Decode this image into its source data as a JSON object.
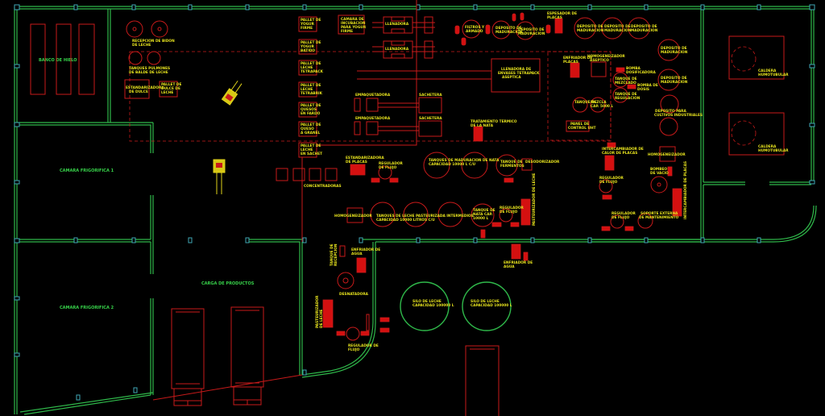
{
  "colors": {
    "background": "#000000",
    "walls": "#2fb84a",
    "columns": "#3fa6b5",
    "equipment": "#c81a1a",
    "labels": "#e6e21e",
    "rooms": "#37d24a"
  },
  "rooms": {
    "ice_bank": "BANCO DE HIELO",
    "cold_room_1": "CAMARA FRIGORIFICA 1",
    "cold_room_2": "CAMARA FRIGORIFICA 2",
    "loading": "CARGA DE PRODUCTOS"
  },
  "labels": {
    "milk_reception": [
      "RECEPCION DE BIDON",
      "DE LECHE"
    ],
    "buffer_tanks": [
      "TANQUES PULMONES",
      "DE BALDE DE LECHE"
    ],
    "standardizer_dulce": [
      "ESTANDARIZADORA",
      "DE DULCE"
    ],
    "pallet_dulce": [
      "PALLET DE",
      "DULCE DE",
      "LECHE"
    ],
    "pallets": [
      [
        "PALLET DE",
        "YOGUR",
        "FIRME"
      ],
      [
        "PALLET DE",
        "YOGUR",
        "BATIDO"
      ],
      [
        "PALLET DE",
        "LECHE",
        "TETRAPACK"
      ],
      [
        "PALLET DE",
        "LECHE",
        "TETRABRIK"
      ],
      [
        "PALLET DE",
        "QUESOS",
        "EN FARDO"
      ],
      [
        "PALLET DE",
        "QUESO",
        "A GRANEL"
      ],
      [
        "PALLET DE",
        "LECHE",
        "EN SACHET"
      ]
    ],
    "incubation": [
      "CAMARA DE",
      "INCUBACION",
      "PARA YOGUR",
      "FIRME"
    ],
    "filler_1": "LLENADORA",
    "filler_2": "LLENADORA",
    "tetra_filler": [
      "LLENADORA DE",
      "ENVASES TETRAPACK",
      "ASEPTICA"
    ],
    "packer_1": "EMPAQUETADORA",
    "packer_2": "EMPAQUETADORA",
    "sachet_1": "SACHETERA",
    "sachet_2": "SACHETERA",
    "cream_treatment": [
      "TRATAMIENTO TERMICO",
      "DE LA NATA"
    ],
    "filters": [
      "FILTROS Y",
      "ARMADO"
    ],
    "mat_tank_a": [
      "DEPOSITO DE",
      "MADURACION"
    ],
    "mat_tank_b": [
      "DEPOSITO DE",
      "MADURACION"
    ],
    "plate_thickener": [
      "ESPESADOR DE",
      "PLACAS"
    ],
    "mat_tanks_top": [
      [
        "DEPOSITO DE",
        "MADURACION"
      ],
      [
        "DEPOSITO DE",
        "MADURACION"
      ],
      [
        "DEPOSITO DE",
        "MADURACION"
      ]
    ],
    "mat_tanks_right": [
      [
        "DEPOSITO DE",
        "MADURACION"
      ],
      [
        "DEPOSITO DE",
        "MADURACION"
      ]
    ],
    "culture_tanks": [
      "DEPOSITO PARA",
      "CULTIVOS INDUSTRIALES"
    ],
    "plate_cooler": [
      "ENFRIADOR DE",
      "PLACAS"
    ],
    "aseptic_homog": [
      "HOMOGENEIZADOR",
      "ASEPTICO"
    ],
    "dosing_pump": [
      "BOMBA",
      "DOSIFICADORA"
    ],
    "mix_tank": [
      "TANQUE DE",
      "MEZCLADO"
    ],
    "buffer_tank": [
      "TANQUE DE",
      "REGULACION"
    ],
    "dosing_pump_2": [
      "BOMBA DE",
      "DOSIS"
    ],
    "uht_tanks": [
      "TANQUE DE",
      "MEZCLA",
      "CAP. 5000 L"
    ],
    "uht_panel": [
      "PANEL DE",
      "CONTROL UHT"
    ],
    "exchanger_plates": [
      "INTERCAMBIADOR DE",
      "CALOR DE PLACAS"
    ],
    "homogenizer_r": "HOMOGENEIZADOR",
    "vacuum_pump": [
      "BOMBEO",
      "DE VACIO"
    ],
    "flow_reg_r1": [
      "REGULADOR",
      "DE FLUJO"
    ],
    "flow_reg_r2": [
      "REGULADOR",
      "DE FLUJO"
    ],
    "support": [
      "SOPORTE EXTERNA",
      "DE MANTENIMIENTO"
    ],
    "exchanger_v": "INTERCAMBIADOR DE PLACAS",
    "boiler_1": [
      "CALDERA",
      "HUMOTUBULAR"
    ],
    "boiler_2": [
      "CALDERA",
      "HUMOTUBULAR"
    ],
    "plate_standardizer": [
      "ESTANDARIZADORA",
      "DE PLACAS"
    ],
    "flow_reg_c": [
      "REGULADOR",
      "DE FLUJO"
    ],
    "cream_tanks": [
      "TANQUES DE MADURACION DE NATA",
      "CAPACIDAD 10000 L C/U"
    ],
    "ferment_tank": [
      "TANQUE DE",
      "FERMENTOS"
    ],
    "deodorizer": "DESODORIZADOR",
    "concentrators": "CONCENTRADORAS",
    "homogenizer_c": "HOMOGENEIZADOR",
    "pasteurized_tanks": [
      "TANQUES DE LECHE PASTEURIZADA INTERMEDIOS",
      "CAPACIDAD 10000 LITROS C/U"
    ],
    "cream_tank": [
      "TANQUE DE",
      "NATA CAP.",
      "10000 L"
    ],
    "flow_reg_m": [
      "REGULADOR",
      "DE FLUJO"
    ],
    "pasteurizer_v": "PASTEURIZADOR DE LECHE",
    "water_cooler_1": [
      "ENFRIADOR DE",
      "AGUA"
    ],
    "water_cooler_2": [
      "ENFRIADOR DE",
      "AGUA"
    ],
    "reception_tank_v": [
      "TANQUE DE",
      "RECEPCION"
    ],
    "skimmer": "DESNATADORA",
    "pasteurizer_v2": [
      "PASTEURIZADOR",
      "DE LECHE"
    ],
    "flow_reg_b": [
      "REGULADOR DE",
      "FLUJO"
    ],
    "silo_1": [
      "SILO DE LECHE",
      "CAPACIDAD 100000 L"
    ],
    "silo_2": [
      "SILO DE LECHE",
      "CAPACIDAD 100000 L"
    ]
  }
}
